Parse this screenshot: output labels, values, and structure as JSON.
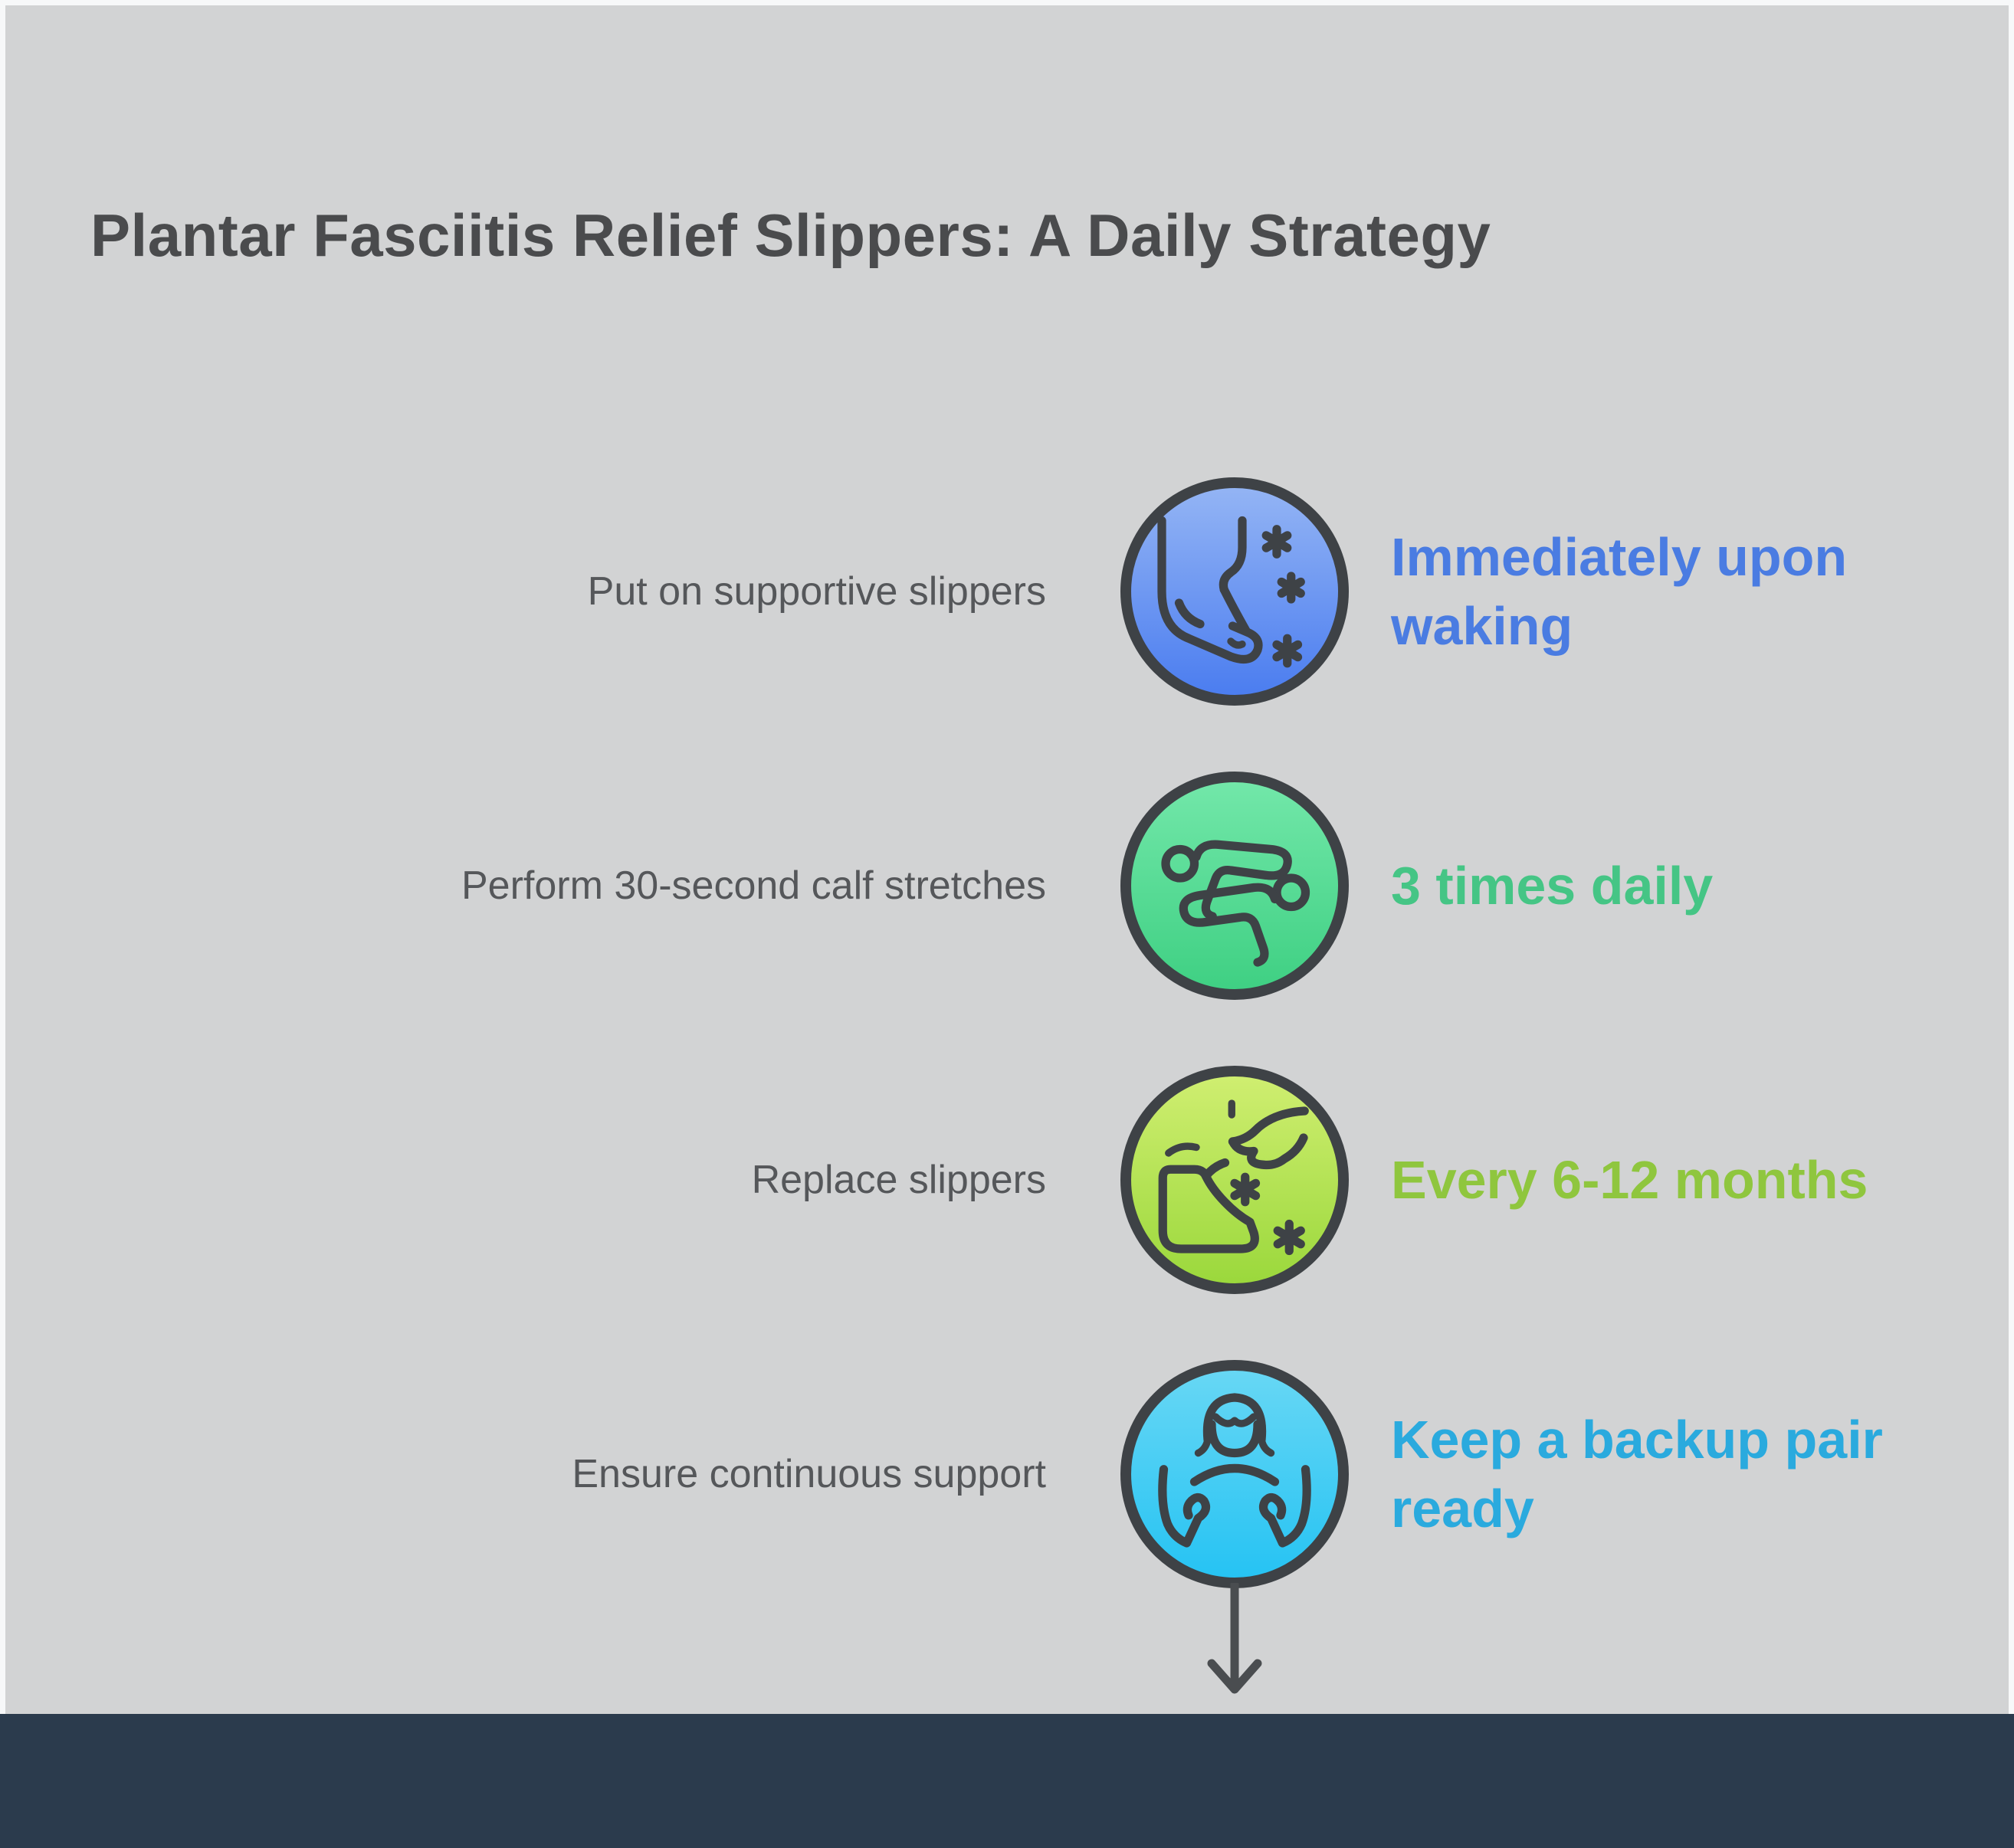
{
  "title": "Plantar Fasciitis Relief Slippers: A Daily Strategy",
  "colors": {
    "background": "#d2d3d4",
    "page_border": "#f7f8f9",
    "footer_bar": "#2b3b4d",
    "title_text": "#4a4b4d",
    "label_text": "#55575a",
    "icon_stroke": "#3e4246",
    "arrow": "#4a4d50"
  },
  "rows": [
    {
      "label": "Put on supportive slippers",
      "value": "Immediately upon waking",
      "icon": "foot-with-stars-icon",
      "accent": "#4a7ce2",
      "circle": {
        "top": "#93b4f4",
        "bottom": "#4b7df0"
      }
    },
    {
      "label": "Perform 30-second calf stretches",
      "value": "3 times daily",
      "icon": "calf-stretch-icon",
      "accent": "#45c585",
      "circle": {
        "top": "#72e7a9",
        "bottom": "#3fd083"
      }
    },
    {
      "label": "Replace slippers",
      "value": "Every 6-12 months",
      "icon": "hand-replacing-slipper-icon",
      "accent": "#8fc63e",
      "circle": {
        "top": "#cfee70",
        "bottom": "#9bd83c"
      }
    },
    {
      "label": "Ensure continuous support",
      "value": "Keep a backup pair ready",
      "icon": "person-cupped-hands-icon",
      "accent": "#2aaade",
      "circle": {
        "top": "#67d7f4",
        "bottom": "#26c3f3"
      }
    }
  ]
}
